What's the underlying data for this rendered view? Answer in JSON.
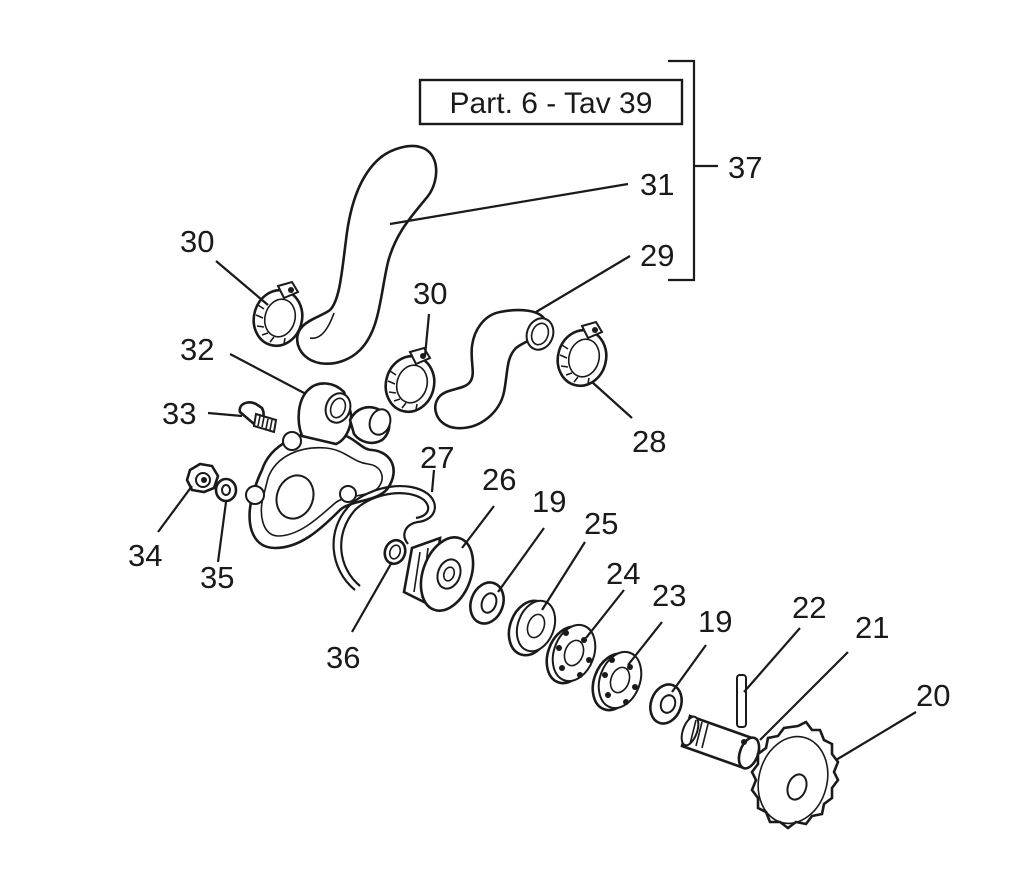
{
  "reference_box": {
    "text": "Part. 6 - Tav 39"
  },
  "callouts": {
    "c37": "37",
    "c31": "31",
    "c30a": "30",
    "c30b": "30",
    "c29": "29",
    "c32": "32",
    "c28": "28",
    "c33": "33",
    "c27": "27",
    "c26": "26",
    "c19a": "19",
    "c25": "25",
    "c34": "34",
    "c24": "24",
    "c35": "35",
    "c23": "23",
    "c19b": "19",
    "c22": "22",
    "c21": "21",
    "c36": "36",
    "c20": "20"
  }
}
